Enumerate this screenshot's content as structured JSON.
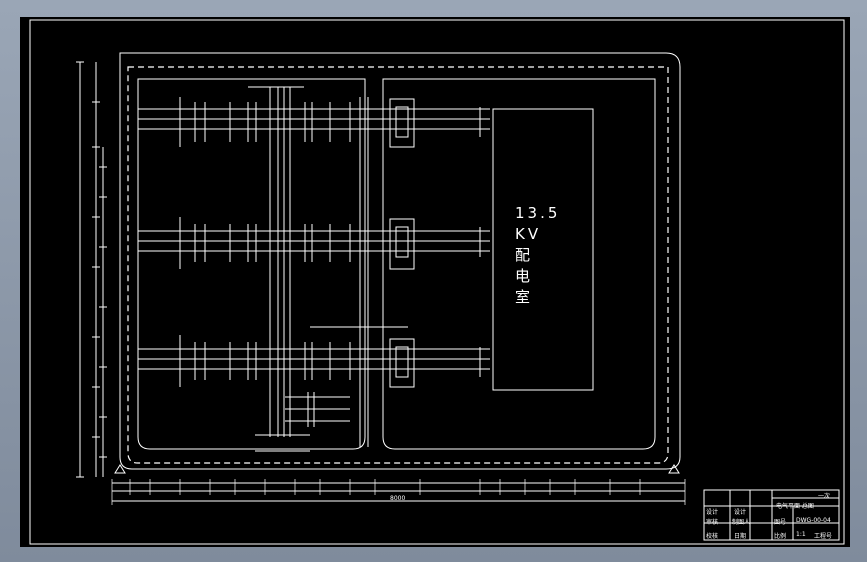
{
  "room": {
    "line1": "13.5",
    "line2": "KV",
    "line3": "配",
    "line4": "电",
    "line5": "室"
  },
  "title_block": {
    "top_right": "一次",
    "r1c1": "设计",
    "r1c2": "设计",
    "r1c3": "电气平面 总图",
    "r2c1": "审核",
    "r2c2": "制图人",
    "r2c3": "图号",
    "r2c4": "DWG-00-04",
    "r3c1": "校核",
    "r3c2": "日期",
    "r3c3": "比例",
    "r3c4": "1:1",
    "r3c5": "工程号"
  },
  "dimensions": {
    "total": "8000"
  },
  "colors": {
    "background": "#000000",
    "line": "#ffffff",
    "window": "#8e9aab"
  }
}
